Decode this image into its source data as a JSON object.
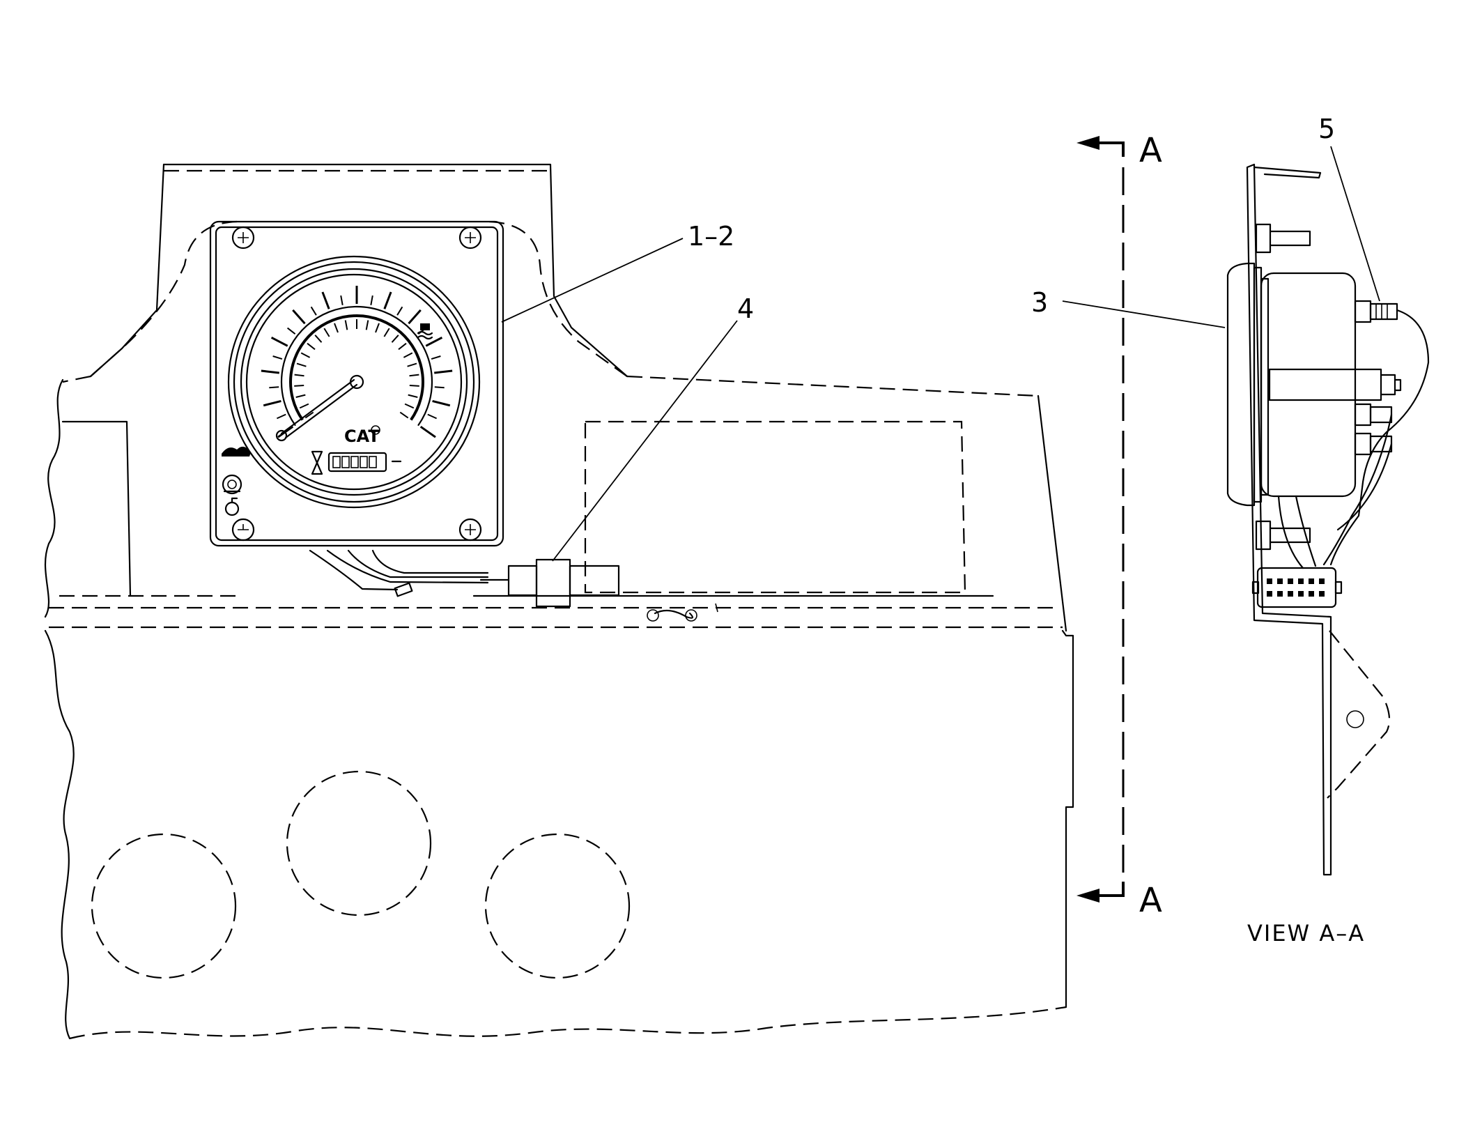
{
  "diagram": {
    "callouts": {
      "c12": "1–2",
      "c3": "3",
      "c4": "4",
      "c5": "5"
    },
    "section_marks": {
      "top": "A",
      "bottom": "A"
    },
    "view_label": "VIEW  A–A",
    "gauge": {
      "brand_text": "CAT"
    }
  }
}
